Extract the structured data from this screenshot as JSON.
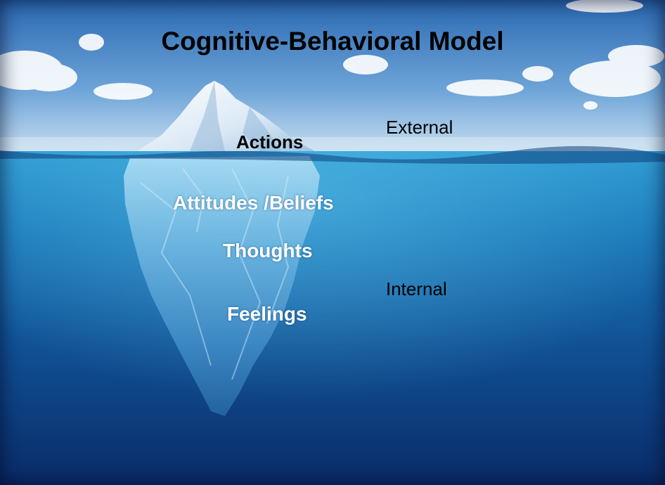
{
  "title": "Cognitive-Behavioral Model",
  "labels": {
    "external": "External",
    "internal": "Internal",
    "actions": "Actions",
    "attitudes_beliefs": "Attitudes /Beliefs",
    "thoughts": "Thoughts",
    "feelings": "Feelings"
  },
  "colors": {
    "sky_top": "#2f6fb8",
    "sky_bottom": "#bcd8ee",
    "water_surface": "#1f8fc8",
    "water_deep": "#0a2f6e",
    "ice_light": "#e8f3fb",
    "ice_underwater": "#6fb6e0"
  }
}
